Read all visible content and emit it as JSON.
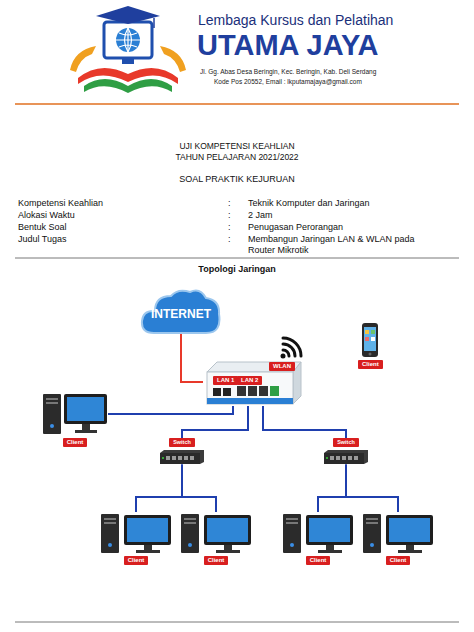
{
  "diagram": {
    "title": "Topologi Jaringan",
    "nodes": [
      {
        "text": [
          "INTERNET"
        ]
      },
      {
        "text": [
          "LAN 1",
          "LAN 2",
          "WLAN"
        ]
      },
      {
        "text": [
          "Client"
        ]
      },
      {
        "text": [
          "Client"
        ]
      },
      {
        "text": [
          "Switch"
        ]
      },
      {
        "text": [
          "Switch"
        ]
      },
      {
        "text": [
          "Client"
        ]
      },
      {
        "text": [
          "Client"
        ]
      },
      {
        "text": [
          "Client"
        ]
      },
      {
        "text": [
          "Client"
        ]
      }
    ],
    "edges": [
      {
        "from": 0,
        "to": 1,
        "arrow": "none"
      },
      {
        "from": 1,
        "to": 3,
        "arrow": "none"
      },
      {
        "from": 1,
        "to": 4,
        "arrow": "none"
      },
      {
        "from": 1,
        "to": 5,
        "arrow": "none"
      },
      {
        "from": 4,
        "to": 6,
        "arrow": "none"
      },
      {
        "from": 4,
        "to": 7,
        "arrow": "none"
      },
      {
        "from": 5,
        "to": 8,
        "arrow": "none"
      },
      {
        "from": 5,
        "to": 9,
        "arrow": "none"
      }
    ],
    "labels": [
      "Lembaga Kursus dan Pelatihan",
      "UTAMA JAYA",
      "Jl. Gg. Abas Desa Beringin, Kec. Beringin, Kab. Deli Serdang",
      "Kode Pos 20552, Email : lkputamajaya@gmail.com",
      "UJI KOMPETENSI KEAHLIAN",
      "TAHUN PELAJARAN 2021/2022",
      "SOAL PRAKTIK KEJURUAN",
      "Kompetensi Keahlian",
      ":",
      "Teknik Komputer dan Jaringan",
      "Alokasi Waktu",
      ":",
      "2 Jam",
      "Bentuk Soal",
      ":",
      "Penugasan Perorangan",
      "Judul Tugas",
      ":",
      "Membangun Jaringan LAN & WLAN pada Router Mikrotik"
    ]
  }
}
